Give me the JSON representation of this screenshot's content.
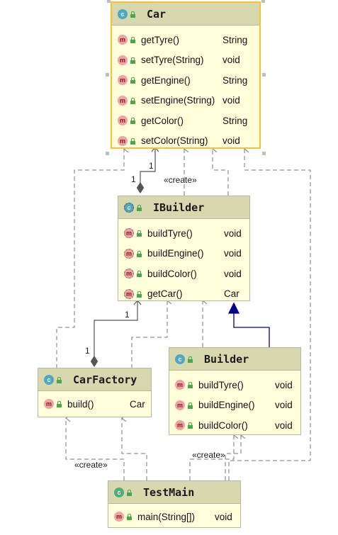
{
  "classes": {
    "car": {
      "name": "Car",
      "methods": [
        {
          "name": "getTyre()",
          "type": "String"
        },
        {
          "name": "setTyre(String)",
          "type": "void"
        },
        {
          "name": "getEngine()",
          "type": "String"
        },
        {
          "name": "setEngine(String)",
          "type": "void"
        },
        {
          "name": "getColor()",
          "type": "String"
        },
        {
          "name": "setColor(String)",
          "type": "void"
        }
      ]
    },
    "ibuilder": {
      "name": "IBuilder",
      "methods": [
        {
          "name": "buildTyre()",
          "type": "void"
        },
        {
          "name": "buildEngine()",
          "type": "void"
        },
        {
          "name": "buildColor()",
          "type": "void"
        },
        {
          "name": "getCar()",
          "type": "Car"
        }
      ]
    },
    "builder": {
      "name": "Builder",
      "methods": [
        {
          "name": "buildTyre()",
          "type": "void"
        },
        {
          "name": "buildEngine()",
          "type": "void"
        },
        {
          "name": "buildColor()",
          "type": "void"
        }
      ]
    },
    "carfactory": {
      "name": "CarFactory",
      "methods": [
        {
          "name": "build()",
          "type": "Car"
        }
      ]
    },
    "testmain": {
      "name": "TestMain",
      "methods": [
        {
          "name": "main(String[])",
          "type": "void"
        }
      ]
    }
  },
  "labels": {
    "create_ibuilder_car": "«create»",
    "create_testmain_carfactory": "«create»",
    "create_testmain_builder": "«create»",
    "mult_car_one": "1",
    "mult_ibuilder_one": "1",
    "mult_ibuilder_carfactory_one": "1",
    "mult_carfactory_one": "1"
  },
  "icons": {
    "class": "class-icon",
    "method": "method-icon",
    "abstract_method": "abstract-method-icon",
    "visibility": "public-lock-icon"
  },
  "colors": {
    "class_fill": "#fffedb",
    "header_fill": "#d8d8ae",
    "selected_border": "#f4c430",
    "dependency_line": "#777777",
    "realization_line": "#00008b",
    "aggregation_line": "#555555"
  }
}
